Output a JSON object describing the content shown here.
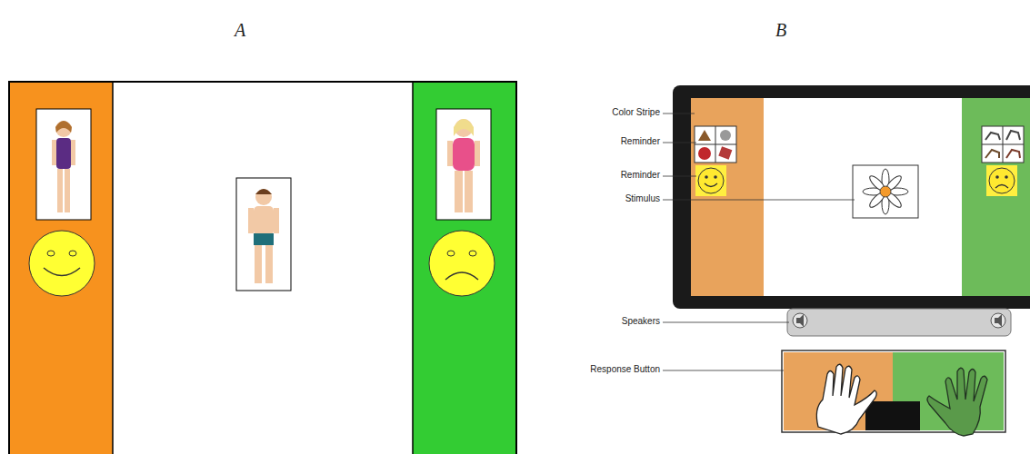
{
  "diagram": {
    "labels": [
      "A",
      "B",
      "Color Stripe",
      "Reminder",
      "Reminder",
      "Stimulus",
      "Speakers",
      "Response Button"
    ]
  }
}
